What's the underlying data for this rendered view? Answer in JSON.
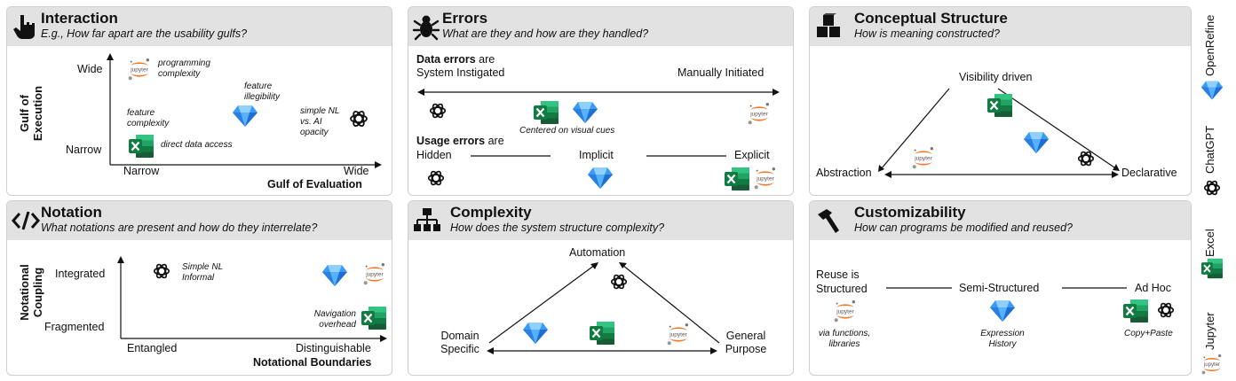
{
  "interaction": {
    "title": "Interaction",
    "subtitle": "E.g., How far apart are the usability gulfs?",
    "y_axis": "Gulf of Execution",
    "x_axis": "Gulf of Evaluation",
    "y_wide": "Wide",
    "y_narrow": "Narrow",
    "x_narrow": "Narrow",
    "x_wide": "Wide",
    "note_programming": "programming complexity",
    "note_feature_illegibility": "feature illegibility",
    "note_feature_complexity": "feature complexity",
    "note_direct_data": "direct data access",
    "note_simple_nl": "simple NL vs. AI opacity"
  },
  "errors": {
    "title": "Errors",
    "subtitle": "What are they and how are they handled?",
    "data_errors_bold": "Data errors",
    "data_errors_rest": " are",
    "system_instigated": "System Instigated",
    "manually_initiated": "Manually Initiated",
    "visual_cues": "Centered on visual cues",
    "usage_errors_bold": "Usage errors",
    "usage_errors_rest": " are",
    "hidden": "Hidden",
    "implicit": "Implicit",
    "explicit": "Explicit"
  },
  "conceptual": {
    "title": "Conceptual Structure",
    "subtitle": "How is meaning constructed?",
    "visibility": "Visibility driven",
    "abstraction": "Abstraction",
    "declarative": "Declarative"
  },
  "notation": {
    "title": "Notation",
    "subtitle": "What notations are present and how do they interrelate?",
    "y_axis": "Notational Coupling",
    "x_axis": "Notational Boundaries",
    "integrated": "Integrated",
    "fragmented": "Fragmented",
    "entangled": "Entangled",
    "distinguishable": "Distinguishable",
    "simple_nl": "Simple NL Informal",
    "navigation": "Navigation overhead"
  },
  "complexity": {
    "title": "Complexity",
    "subtitle": "How does the system structure complexity?",
    "automation": "Automation",
    "domain_specific": "Domain Specific",
    "general_purpose": "General Purpose"
  },
  "customizability": {
    "title": "Customizability",
    "subtitle": "How can programs be modified and reused?",
    "reuse_structured": "Reuse is Structured",
    "semi_structured": "Semi-Structured",
    "ad_hoc": "Ad Hoc",
    "via_functions": "via functions, libraries",
    "expression_history": "Expression History",
    "copy_paste": "Copy+Paste"
  },
  "legend": {
    "openrefine": "OpenRefine",
    "chatgpt": "ChatGPT",
    "excel": "Excel",
    "jupyter": "Jupyter"
  },
  "tool_icon_text": {
    "jupyter_word": "jupyter",
    "excel_letter": "X"
  },
  "colors": {
    "header_bg": "#e2e2e2",
    "openrefine_blue": "#2e8ef5",
    "excel_green": "#1f7a44",
    "jupyter_orange": "#f37726"
  }
}
